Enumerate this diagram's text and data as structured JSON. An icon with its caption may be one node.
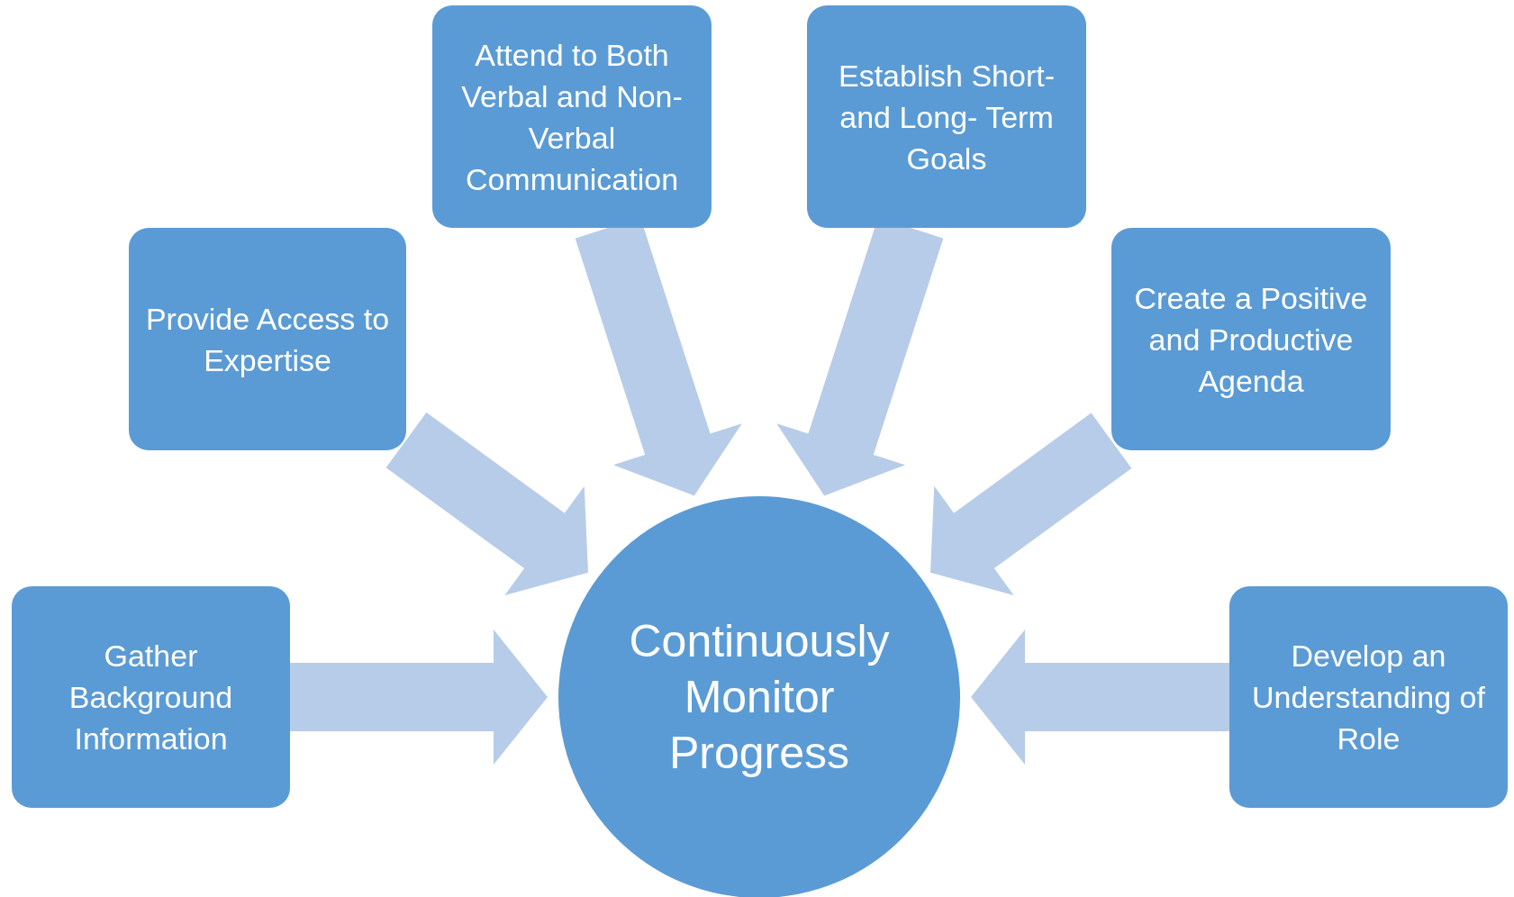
{
  "diagram": {
    "nodes": [
      {
        "text": [
          "Attend to Both Verbal and Non-Verbal Communication"
        ]
      },
      {
        "text": [
          "Establish Short- and Long- Term Goals"
        ]
      },
      {
        "text": [
          "Provide Access to Expertise"
        ]
      },
      {
        "text": [
          "Create a Positive and Productive Agenda"
        ]
      },
      {
        "text": [
          "Gather Background Information"
        ]
      },
      {
        "text": [
          "Continuously Monitor Progress"
        ]
      },
      {
        "text": [
          "Develop an Understanding of Role"
        ]
      }
    ],
    "edges": [
      {
        "from": 4,
        "to": 5,
        "arrow": "to"
      },
      {
        "from": 2,
        "to": 5,
        "arrow": "to"
      },
      {
        "from": 0,
        "to": 5,
        "arrow": "to"
      },
      {
        "from": 1,
        "to": 5,
        "arrow": "to"
      },
      {
        "from": 3,
        "to": 5,
        "arrow": "to"
      },
      {
        "from": 6,
        "to": 5,
        "arrow": "to"
      }
    ]
  }
}
